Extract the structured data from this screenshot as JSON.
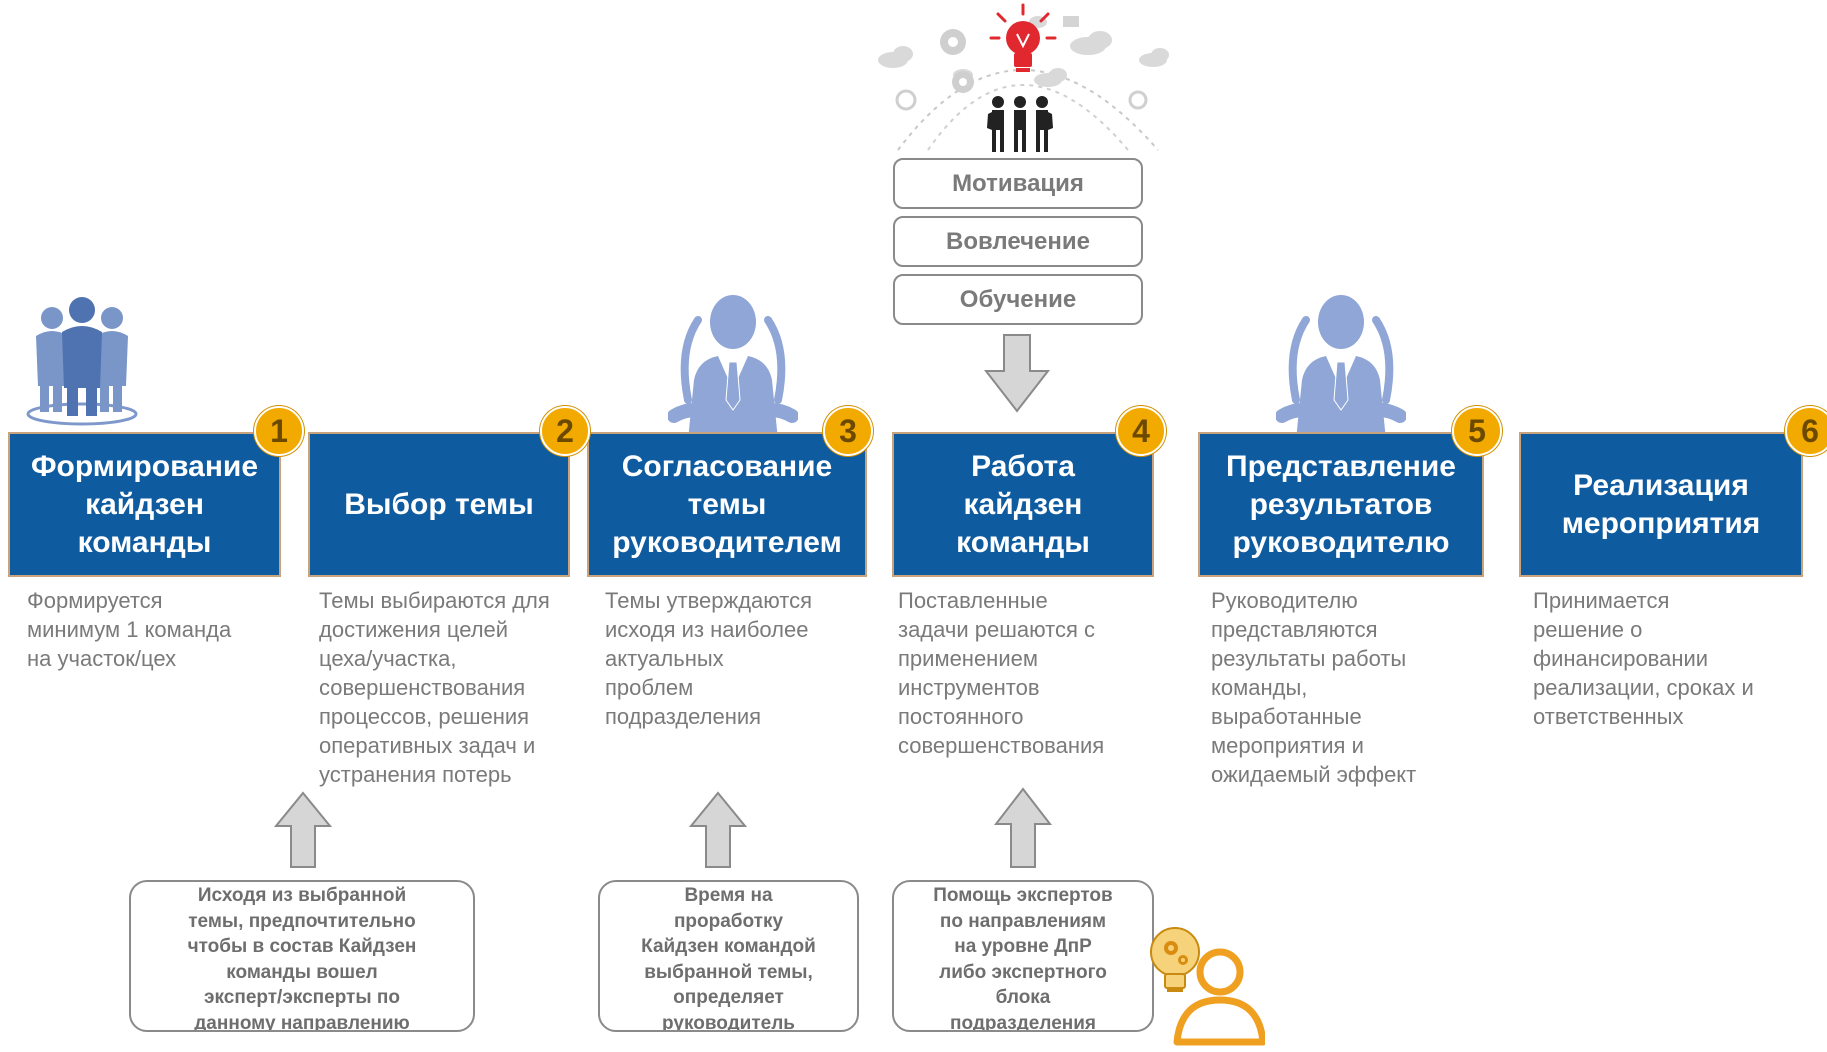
{
  "colors": {
    "step_box": "#0f5ba0",
    "step_border": "#c9a37c",
    "badge": "#f2a900",
    "body_text": "#7a7a7a",
    "person_icon": "#8fa6d6",
    "arrow_fill": "#d6d6d6",
    "expert_icon": "#f0a020",
    "bulb_red": "#e0282e"
  },
  "steps": [
    {
      "number": "1",
      "title_lines": [
        "Формирование",
        "кайдзен",
        "команды"
      ],
      "desc_lines": [
        "Формируется",
        "минимум 1 команда",
        "на участок/цех"
      ]
    },
    {
      "number": "2",
      "title_lines": [
        "Выбор  темы"
      ],
      "desc_lines": [
        "Темы выбираются для",
        "достижения целей",
        "цеха/участка,",
        "совершенствования",
        "процессов, решения",
        "оперативных задач и",
        "устранения потерь"
      ]
    },
    {
      "number": "3",
      "title_lines": [
        "Согласование",
        "темы",
        "руководителем"
      ],
      "desc_lines": [
        "Темы утверждаются",
        "исходя из наиболее",
        "актуальных",
        "проблем",
        "подразделения"
      ]
    },
    {
      "number": "4",
      "title_lines": [
        "Работа",
        "кайдзен",
        "команды"
      ],
      "desc_lines": [
        "Поставленные",
        "задачи решаются с",
        "применением",
        "инструментов",
        "постоянного",
        "совершенствования"
      ]
    },
    {
      "number": "5",
      "title_lines": [
        "Представление",
        "результатов",
        "руководителю"
      ],
      "desc_lines": [
        "Руководителю",
        "представляются",
        "результаты работы",
        "команды,",
        "выработанные",
        "мероприятия и",
        "ожидаемый эффект"
      ]
    },
    {
      "number": "6",
      "title_lines": [
        "Реализация",
        "мероприятия"
      ],
      "desc_lines": [
        "Принимается",
        "решение о",
        "финансировании",
        "реализации, сроках и",
        "ответственных"
      ]
    }
  ],
  "pillars": [
    "Мотивация",
    "Вовлечение",
    "Обучение"
  ],
  "notes": [
    {
      "lines": [
        "Исходя из выбранной",
        "темы, предпочтительно",
        "чтобы в состав Кайдзен",
        "команды вошел",
        "эксперт/эксперты по",
        "данному направлению"
      ]
    },
    {
      "lines": [
        "Время на",
        "проработку",
        "Кайдзен командой",
        "выбранной темы,",
        "определяет",
        "руководитель"
      ]
    },
    {
      "lines": [
        "Помощь экспертов",
        "по направлениям",
        "на уровне ДпР",
        "либо экспертного",
        "блока",
        "подразделения"
      ]
    }
  ],
  "icons": [
    "team-icon",
    "manager-icon",
    "ideas-lightbulb-icon",
    "expert-icon",
    "arrow-down-icon",
    "arrow-up-icon"
  ]
}
